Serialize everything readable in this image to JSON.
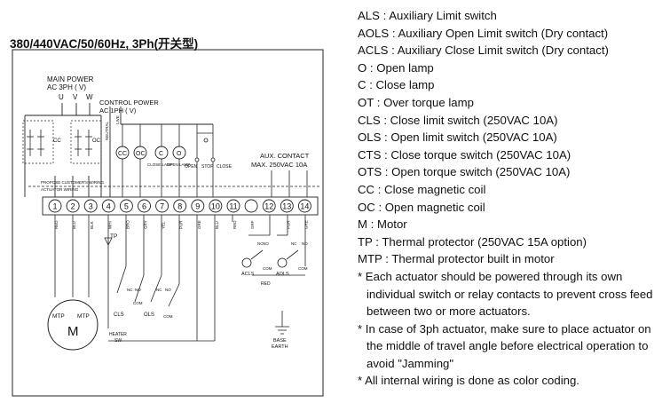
{
  "title": "380/440VAC/50/60Hz, 3Ph(开关型)",
  "diagram": {
    "main_power": [
      "MAIN POWER",
      "AC 3PH (  V)"
    ],
    "phases": [
      "U",
      "V",
      "W"
    ],
    "control_power": [
      "CONTROL POWER",
      "AC 1PH (  V)"
    ],
    "live": "LIVE",
    "neutral": "NEUTRAL",
    "aux_contact": [
      "AUX. CONTACT",
      "MAX. 250VAC 10A"
    ],
    "customer_wiring": "PROPOSE CUSTOMER'S WIRING",
    "actuator_wiring": "ACTUATOR WIRING",
    "lamps": [
      "OPEN",
      "STOP",
      "CLOSE"
    ],
    "lamp_labels": [
      "CLOSE LAMP",
      "OPEN LAMP"
    ],
    "coils": [
      "CC",
      "OC",
      "C",
      "O"
    ],
    "terminals": [
      "1",
      "2",
      "3",
      "4",
      "5",
      "6",
      "7",
      "8",
      "9",
      "10",
      "11",
      "",
      "12",
      "13",
      "14"
    ],
    "wire_colors": [
      "RED",
      "BLU",
      "BLK",
      "WHI",
      "BRO",
      "GRY",
      "YEL",
      "PUR",
      "GRE",
      "BLU",
      "RED",
      "GRF",
      "",
      "PUR",
      "GRE"
    ],
    "motor": "M",
    "mtp": [
      "MTP",
      "MTP"
    ],
    "tp": "TP",
    "cls": "CLS",
    "ols": "OLS",
    "acls": "ACLS",
    "aols": "AOLS",
    "red": "RED",
    "heater": [
      "HEATER",
      "SW"
    ],
    "earth": [
      "BASE",
      "EARTH"
    ],
    "contact_labels": [
      "NC",
      "NO",
      "COM"
    ]
  },
  "legend": [
    "ALS : Auxiliary Limit switch",
    "AOLS : Auxiliary Open Limit switch (Dry contact)",
    "ACLS : Auxiliary Close Limit switch (Dry contact)",
    "O : Open lamp",
    "C : Close lamp",
    "OT : Over torque lamp",
    "CLS : Close limit switch (250VAC 10A)",
    "OLS : Open limit switch (250VAC 10A)",
    "CTS : Close torque switch (250VAC 10A)",
    "OTS : Open torque switch (250VAC 10A)",
    "CC : Close magnetic coil",
    "OC : Open magnetic coil",
    "M : Motor",
    "TP : Thermal protector (250VAC 15A option)",
    "MTP : Thermal protector built in motor"
  ],
  "notes": [
    "* Each actuator should be powered through its own individual switch or relay contacts to prevent cross feed between two or more actuators.",
    "* In case of 3ph actuator, make sure to place actuator on the middle of travel angle before electrical operation to avoid \"Jamming\"",
    "* All internal wiring is done as color coding."
  ]
}
